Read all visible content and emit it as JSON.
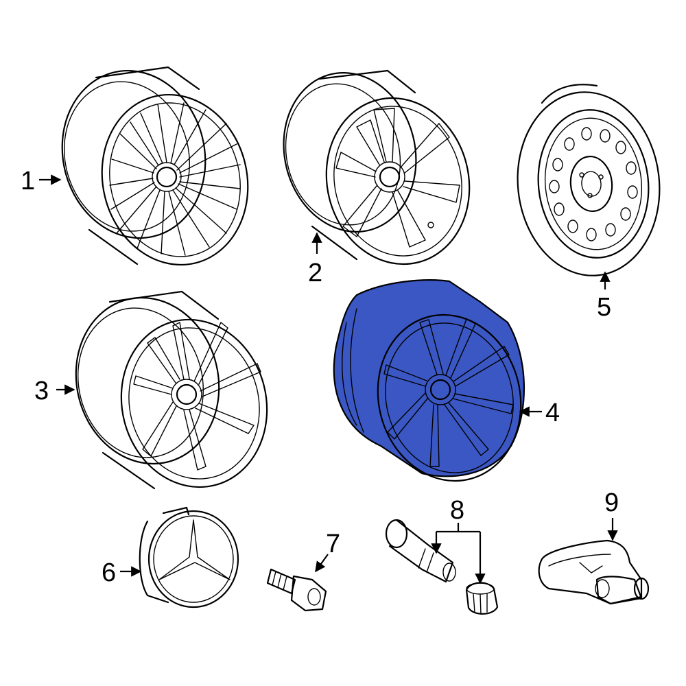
{
  "diagram": {
    "highlight_color": "#3a57c4",
    "line_color": "#000000",
    "background": "#ffffff",
    "parts": [
      {
        "callout": "1",
        "icon": "alloy-wheel-multi-spoke-icon"
      },
      {
        "callout": "2",
        "icon": "alloy-wheel-split-spoke-icon"
      },
      {
        "callout": "3",
        "icon": "alloy-wheel-twin-spoke-icon"
      },
      {
        "callout": "4",
        "icon": "alloy-wheel-highlighted-icon",
        "highlighted": true
      },
      {
        "callout": "5",
        "icon": "spare-tire-steel-wheel-icon"
      },
      {
        "callout": "6",
        "icon": "center-cap-star-emblem-icon"
      },
      {
        "callout": "7",
        "icon": "lug-bolt-icon"
      },
      {
        "callout": "8",
        "icon": "valve-stem-and-cap-icon"
      },
      {
        "callout": "9",
        "icon": "tpms-sensor-icon"
      }
    ]
  }
}
